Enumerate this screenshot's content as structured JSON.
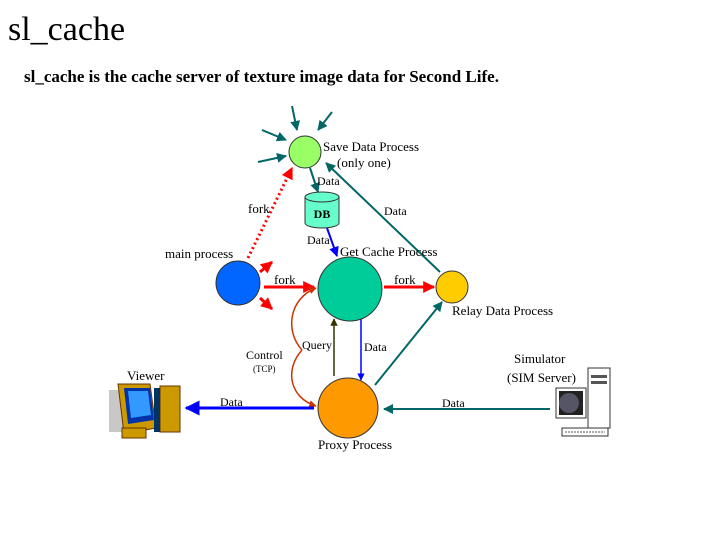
{
  "page": {
    "title": "sl_cache",
    "subtitle": "sl_cache is the cache server of texture image data for Second Life."
  },
  "colors": {
    "save_node": "#99ff66",
    "db_node": "#66ffcc",
    "main_node": "#0066ff",
    "get_cache_node": "#00cc99",
    "relay_node": "#ffcc00",
    "proxy_node": "#ff9900",
    "fork_arrow": "#ff0000",
    "data_teal": "#006666",
    "data_blue": "#0000ff",
    "control_arrow": "#cc3300",
    "query_arrow": "#333300"
  },
  "nodes": {
    "save_data": {
      "label_line1": "Save Data Process",
      "label_line2": "(only one)"
    },
    "db": {
      "label": "DB"
    },
    "main": {
      "label": "main process"
    },
    "get_cache": {
      "label": "Get Cache Process"
    },
    "relay": {
      "label": "Relay Data Process"
    },
    "proxy": {
      "label": "Proxy Process"
    },
    "viewer": {
      "label": "Viewer",
      "icon": "desktop-computer-icon"
    },
    "simulator": {
      "label_line1": "Simulator",
      "label_line2": "(SIM Server)",
      "icon": "server-computer-icon"
    }
  },
  "edges": {
    "main_to_save": "fork",
    "save_to_db": "Data",
    "db_to_get_cache": "Data",
    "relay_to_save": "Data",
    "main_to_get_cache": "fork",
    "get_cache_to_relay": "fork",
    "proxy_to_get_cache": "Query",
    "get_cache_to_proxy": "Data",
    "control_line1": "Control",
    "control_line2": "(TCP)",
    "proxy_to_viewer": "Data",
    "sim_to_proxy": "Data"
  }
}
